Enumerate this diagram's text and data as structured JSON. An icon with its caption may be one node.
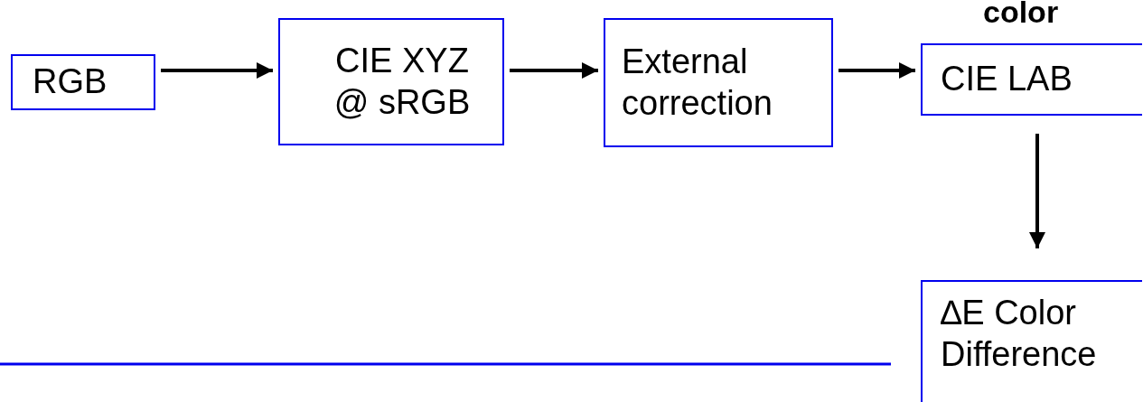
{
  "diagram": {
    "nodes": [
      {
        "text": [
          "RGB"
        ]
      },
      {
        "text": [
          "CIE XYZ @ sRGB"
        ]
      },
      {
        "text": [
          "External correction"
        ]
      },
      {
        "text": [
          "CIE LAB"
        ]
      },
      {
        "text": [
          "∆E Color Difference"
        ]
      }
    ],
    "edges": [
      {
        "from": 0,
        "to": 1,
        "arrow": "to"
      },
      {
        "from": 1,
        "to": 2,
        "arrow": "to"
      },
      {
        "from": 2,
        "to": 3,
        "arrow": "to"
      },
      {
        "from": 3,
        "to": 4,
        "arrow": "to"
      }
    ],
    "labels": [
      "color"
    ]
  }
}
